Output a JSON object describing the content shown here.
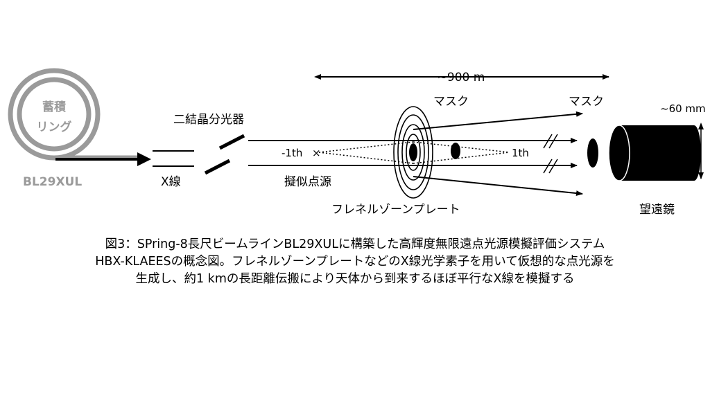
{
  "diagram": {
    "ring_label_line1": "蓄積",
    "ring_label_line2": "リング",
    "beamline_name": "BL29XUL",
    "xray_label": "X線",
    "monochromator_label": "二結晶分光器",
    "distance_label": "~900 m",
    "mask1_label": "マスク",
    "mask2_label": "マスク",
    "order_minus1": "-1th",
    "order_plus1": "1th",
    "virtual_source_label": "擬似点源",
    "fzp_label": "フレネルゾーンプレート",
    "aperture_label": "~60 mm",
    "telescope_label": "望遠鏡",
    "colors": {
      "ring": "#9a9a9a",
      "ink": "#000000"
    }
  },
  "caption": {
    "line1": "図3：SPring-8長尺ビームラインBL29XULに構築した高輝度無限遠点光源模擬評価システム",
    "line2": "HBX-KLAEESの概念図。フレネルゾーンプレートなどのX線光学素子を用いて仮想的な点光源を",
    "line3": "生成し、約1 kmの長距離伝搬により天体から到来するほぼ平行なX線を模擬する"
  }
}
